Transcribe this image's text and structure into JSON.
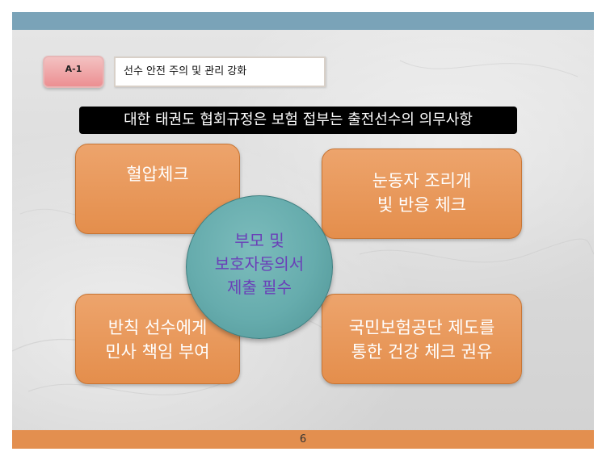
{
  "tag": {
    "label": "A-1"
  },
  "subject": {
    "text": "선수 안전 주의 및 관리 강화"
  },
  "headline": {
    "text": "대한 태권도 협회규정은 보험 접부는 출전선수의 의무사항"
  },
  "boxes": {
    "top_left": {
      "lines": [
        "혈압체크"
      ]
    },
    "top_right": {
      "lines": [
        "눈동자 조리개",
        "빛 반응 체크"
      ]
    },
    "bottom_left": {
      "lines": [
        "반칙 선수에게",
        "민사 책임 부여"
      ]
    },
    "bottom_right": {
      "lines": [
        "국민보험공단 제도를",
        "통한 건강 체크 권유"
      ]
    }
  },
  "center": {
    "lines": [
      "부모 및",
      "보호자동의서",
      "제출 필수"
    ]
  },
  "footer": {
    "page_number": "6"
  },
  "colors": {
    "top_bar": "#7aa3b8",
    "bottom_bar": "#e38f4f",
    "box_fill": "#e8995c",
    "ellipse_fill": "#66acad",
    "ellipse_text": "#6a3fb8",
    "tag_fill": "#ec8f92"
  }
}
